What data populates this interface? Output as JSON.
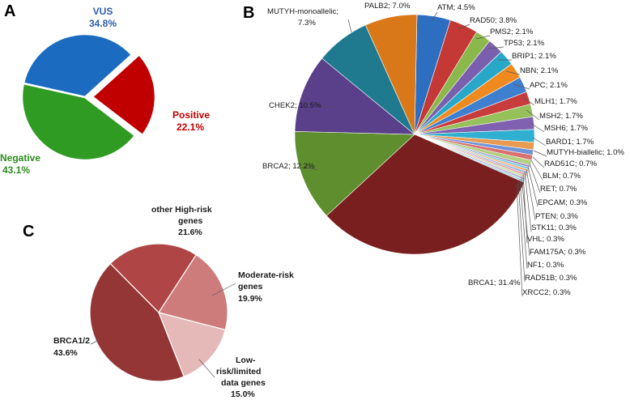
{
  "panels": {
    "a": "A",
    "b": "B",
    "c": "C"
  },
  "chart_data": [
    {
      "id": "A",
      "type": "pie",
      "title": "",
      "slices": [
        {
          "label": "VUS",
          "value": 34.8,
          "text": "34.8%",
          "color": "#1b6cc0"
        },
        {
          "label": "Positive",
          "value": 22.1,
          "text": "22.1%",
          "color": "#c00000",
          "exploded": true
        },
        {
          "label": "Negative",
          "value": 43.1,
          "text": "43.1%",
          "color": "#2f9b22"
        }
      ]
    },
    {
      "id": "B",
      "type": "pie",
      "title": "",
      "slices": [
        {
          "label": "BRCA1; 31.4%",
          "value": 31.4,
          "color": "#7a1f1f"
        },
        {
          "label": "BRCA2; 12.2%",
          "value": 12.2,
          "color": "#5e8e2e"
        },
        {
          "label": "CHEK2; 10.5%",
          "value": 10.5,
          "color": "#5a3f8a"
        },
        {
          "label": "MUTYH-monoallelic; 7.3%",
          "value": 7.3,
          "color": "#1f7a8f"
        },
        {
          "label": "PALB2; 7.0%",
          "value": 7.0,
          "color": "#d97818"
        },
        {
          "label": "ATM; 4.5%",
          "value": 4.5,
          "color": "#2d6ec0"
        },
        {
          "label": "RAD50; 3.8%",
          "value": 3.8,
          "color": "#c43835"
        },
        {
          "label": "PMS2; 2.1%",
          "value": 2.1,
          "color": "#8bb84a"
        },
        {
          "label": "TP53; 2.1%",
          "value": 2.1,
          "color": "#7a5fae"
        },
        {
          "label": "BRIP1; 2.1%",
          "value": 2.1,
          "color": "#28a8c8"
        },
        {
          "label": "NBN; 2.1%",
          "value": 2.1,
          "color": "#f08a1e"
        },
        {
          "label": "APC; 2.1%",
          "value": 2.1,
          "color": "#3f7fd0"
        },
        {
          "label": "MLH1; 1.7%",
          "value": 1.7,
          "color": "#c83c3c"
        },
        {
          "label": "MSH2; 1.7%",
          "value": 1.7,
          "color": "#96c05a"
        },
        {
          "label": "MSH6; 1.7%",
          "value": 1.7,
          "color": "#8060b0"
        },
        {
          "label": "BARD1; 1.7%",
          "value": 1.7,
          "color": "#30b0d0"
        },
        {
          "label": "MUTYH-biallelic; 1.0%",
          "value": 1.0,
          "color": "#e89a50"
        },
        {
          "label": "RAD51C; 0.7%",
          "value": 0.7,
          "color": "#6f93d8"
        },
        {
          "label": "BLM; 0.7%",
          "value": 0.7,
          "color": "#d87070"
        },
        {
          "label": "RET; 0.7%",
          "value": 0.7,
          "color": "#b3d080"
        },
        {
          "label": "EPCAM; 0.3%",
          "value": 0.3,
          "color": "#a08cc8"
        },
        {
          "label": "PTEN; 0.3%",
          "value": 0.3,
          "color": "#70c8e0"
        },
        {
          "label": "STK11; 0.3%",
          "value": 0.3,
          "color": "#f0b070"
        },
        {
          "label": "VHL; 0.3%",
          "value": 0.3,
          "color": "#9ab0e0"
        },
        {
          "label": "FAM175A; 0.3%",
          "value": 0.3,
          "color": "#e0a0a0"
        },
        {
          "label": "NF1; 0.3%",
          "value": 0.3,
          "color": "#c8dca8"
        },
        {
          "label": "RAD51B; 0.3%",
          "value": 0.3,
          "color": "#bcb0d8"
        },
        {
          "label": "XRCC2; 0.3%",
          "value": 0.3,
          "color": "#a8d8e8"
        }
      ]
    },
    {
      "id": "C",
      "type": "pie",
      "title": "",
      "slices": [
        {
          "label": "other High-risk genes",
          "value": 21.6,
          "text": "21.6%",
          "color": "#b04545"
        },
        {
          "label": "Moderate-risk genes",
          "value": 19.9,
          "text": "19.9%",
          "color": "#cd7b7b"
        },
        {
          "label": "Low-risk/limited data genes",
          "value": 15.0,
          "text": "15.0%",
          "color": "#e6b9b9"
        },
        {
          "label": "BRCA1/2",
          "value": 43.6,
          "text": "43.6%",
          "color": "#943636"
        }
      ]
    }
  ]
}
